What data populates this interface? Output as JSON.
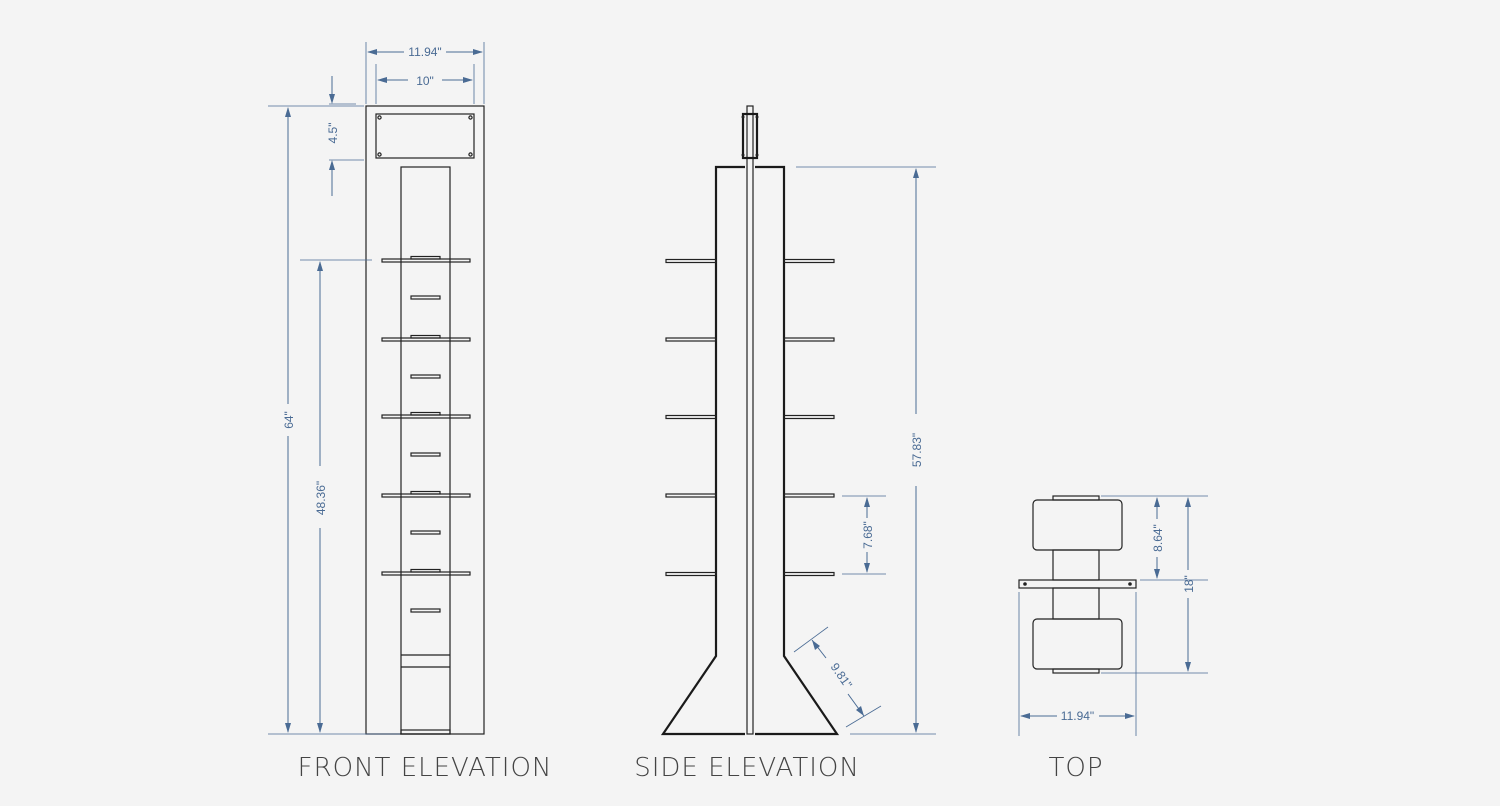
{
  "views": {
    "front": {
      "title": "FRONT ELEVATION"
    },
    "side": {
      "title": "SIDE ELEVATION"
    },
    "top": {
      "title": "TOP"
    }
  },
  "dimensions": {
    "front_outer_width": "11.94\"",
    "front_inner_width": "10\"",
    "front_sign_height": "4.5\"",
    "front_total_height": "64\"",
    "front_shelf_height": "48.36\"",
    "side_height": "57.83\"",
    "side_shelf_spacing": "7.68\"",
    "side_base_slant": "9.81\"",
    "top_half_depth": "8.64\"",
    "top_depth": "18\"",
    "top_width": "11.94\""
  },
  "colors": {
    "dimension": "#4a6b94",
    "object": "#222222",
    "background": "#f4f4f4"
  }
}
